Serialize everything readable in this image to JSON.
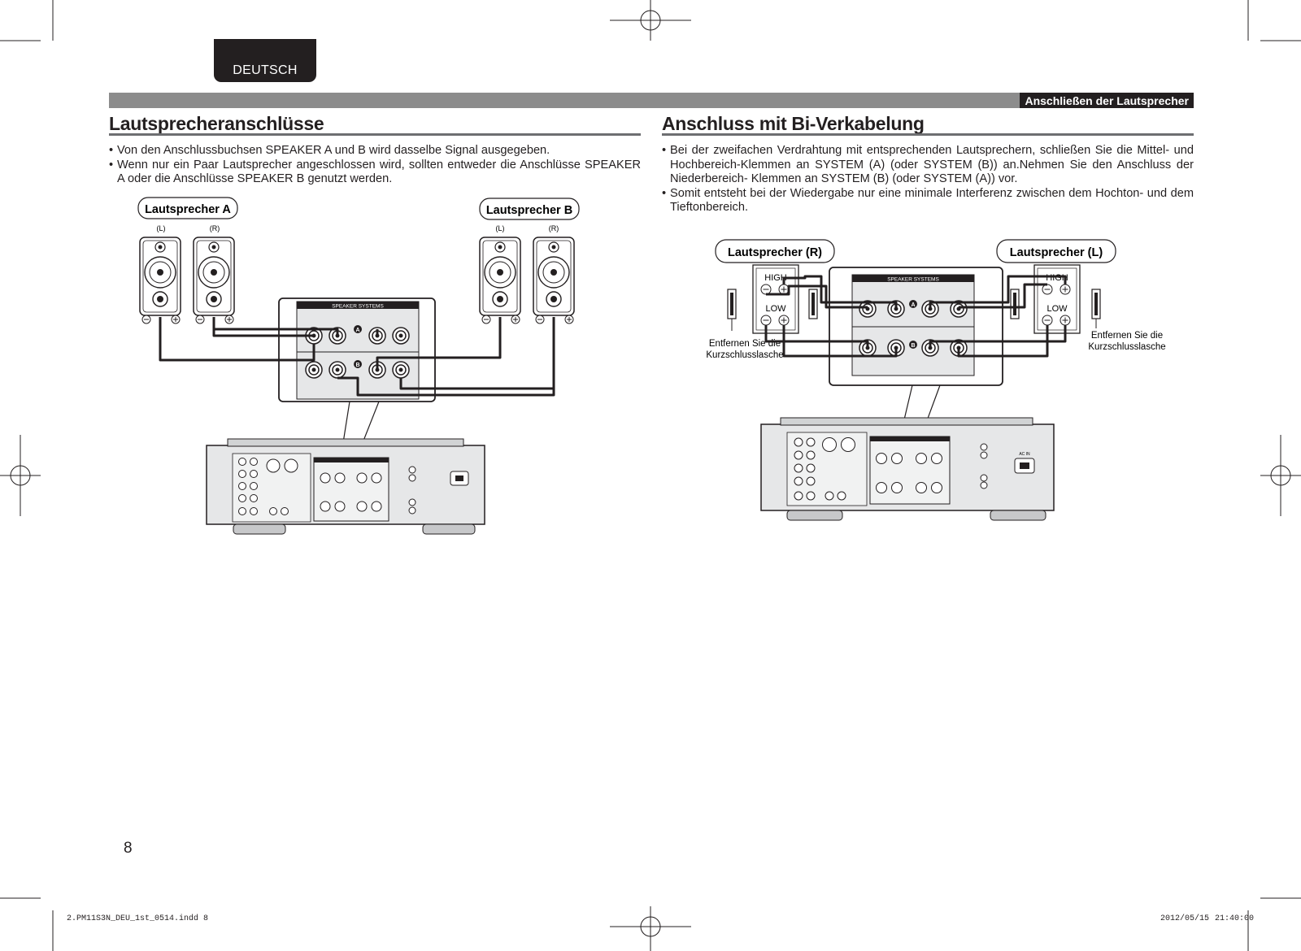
{
  "header": {
    "language_tab": "DEUTSCH",
    "section_label": "Anschließen der Lautsprecher"
  },
  "left": {
    "title": "Lautsprecheranschlüsse",
    "bullets": [
      "Von den Anschlussbuchsen SPEAKER A und B wird dasselbe Signal ausgegeben.",
      "Wenn nur ein Paar Lautsprecher angeschlossen wird, sollten entweder die Anschlüsse SPEAKER A oder die Anschlüsse SPEAKER B genutzt werden."
    ],
    "diagram": {
      "speaker_a_label": "Lautsprecher A",
      "speaker_b_label": "Lautsprecher B",
      "ch_left": "(L)",
      "ch_right": "(R)",
      "panel_title": "SPEAKER SYSTEMS",
      "terminal_a": "A",
      "terminal_b": "B"
    }
  },
  "right": {
    "title": "Anschluss mit Bi-Verkabelung",
    "bullets": [
      "Bei der zweifachen Verdrahtung mit entsprechenden Lautsprechern, schließen Sie die Mittel- und Hochbereich-Klemmen an SYSTEM (A) (oder SYSTEM (B)) an.Nehmen Sie den Anschluss der Niederbereich- Klemmen an SYSTEM (B) (oder SYSTEM (A)) vor.",
      "Somit entsteht bei der Wiedergabe nur eine minimale Interferenz zwischen dem Hochton- und dem Tieftonbereich."
    ],
    "diagram": {
      "speaker_r_label": "Lautsprecher (R)",
      "speaker_l_label": "Lautsprecher (L)",
      "high": "HIGH",
      "low": "LOW",
      "remove_note_line1": "Entfernen Sie die",
      "remove_note_line2": "Kurzschlusslasche",
      "panel_title": "SPEAKER SYSTEMS",
      "terminal_a": "A",
      "terminal_b": "B",
      "ac_in": "AC IN"
    }
  },
  "page_number": "8",
  "footer": {
    "file": "2.PM11S3N_DEU_1st_0514.indd   8",
    "date": "2012/05/15",
    "time": "21:40:00"
  }
}
